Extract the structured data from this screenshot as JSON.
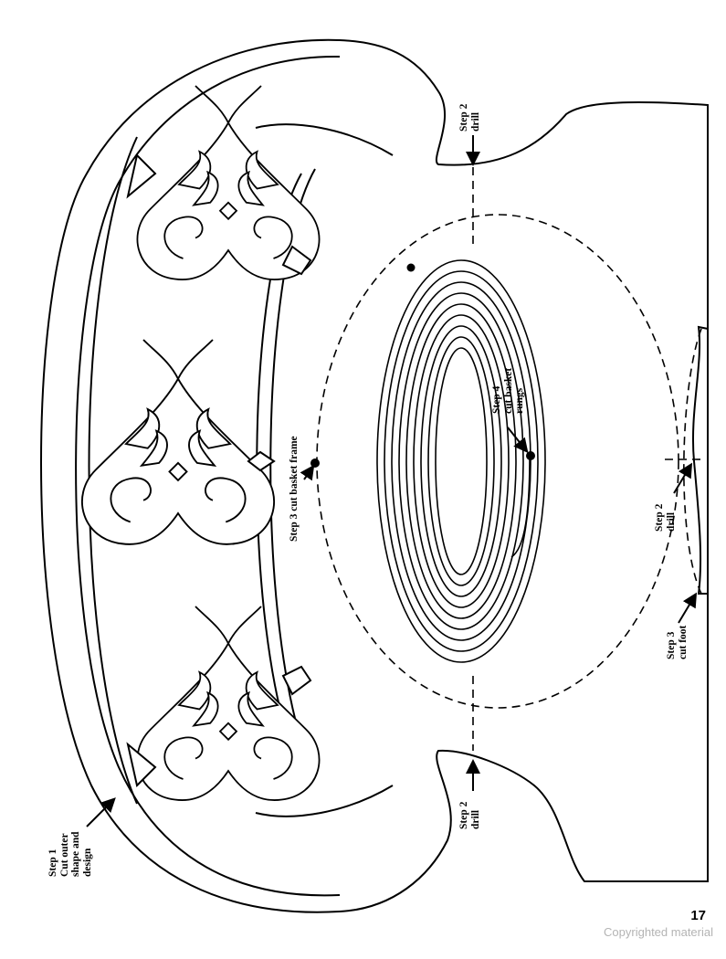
{
  "labels": {
    "step1": [
      "Step 1",
      "Cut outer",
      "shape and",
      "design"
    ],
    "step2_top": [
      "Step 2",
      "drill"
    ],
    "step2_bottom": [
      "Step 2",
      "drill"
    ],
    "step2_right": [
      "Step 2",
      "drill"
    ],
    "step3_frame": "Step 3 cut basket frame",
    "step3_foot": [
      "Step 3",
      "cut foot"
    ],
    "step4": [
      "Step 4",
      "cut basket",
      "rungs"
    ]
  },
  "page_number": "17",
  "copyright": "Copyrighted material",
  "colors": {
    "line": "#000000",
    "paper": "#ffffff",
    "copyright": "#b4b4b4"
  }
}
